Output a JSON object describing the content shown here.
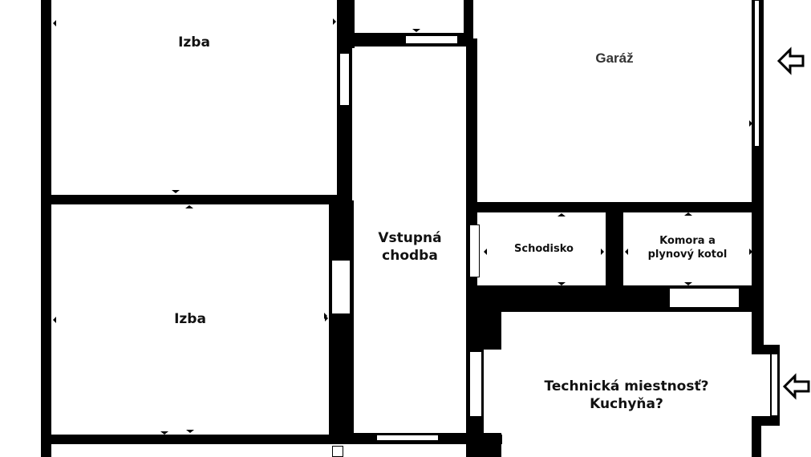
{
  "plan": {
    "rooms": [
      {
        "id": "izba-1",
        "label": "Izba"
      },
      {
        "id": "izba-2",
        "label": "Izba"
      },
      {
        "id": "garaz",
        "label": "Garáž"
      },
      {
        "id": "vstupna-chodba",
        "label": "Vstupná\nchodba"
      },
      {
        "id": "schodisko",
        "label": "Schodisko"
      },
      {
        "id": "komora",
        "label": "Komora a\nplynový kotol"
      },
      {
        "id": "technicka",
        "label": "Technická miestnosť?\nKuchyňa?"
      }
    ],
    "entrances": [
      {
        "id": "garage-entrance",
        "icon": "arrow-left-outline-icon"
      },
      {
        "id": "side-entrance",
        "icon": "arrow-left-outline-icon"
      }
    ],
    "colors": {
      "wall": "#000000",
      "floor": "#ffffff",
      "text": "#111111"
    }
  }
}
